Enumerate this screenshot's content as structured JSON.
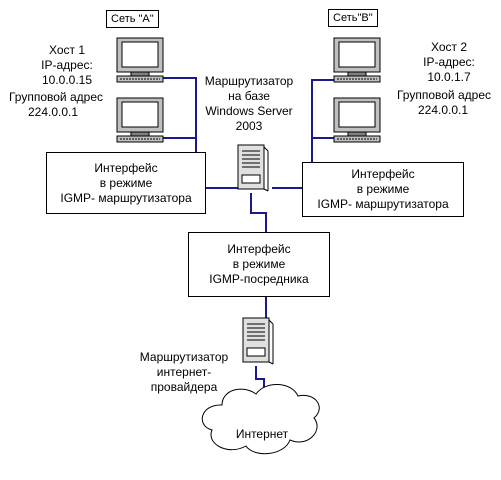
{
  "network_a": "Сеть \"A\"",
  "network_b": "Сеть\"B\"",
  "host1": [
    "Хост 1",
    "IP-адрес:",
    "10.0.0.15",
    "Групповой адрес",
    "224.0.0.1"
  ],
  "host2": [
    "Хост 2",
    "IP-адрес:",
    "10.0.1.7",
    "Групповой адрес",
    "224.0.0.1"
  ],
  "router_label": [
    "Маршрутизатор",
    "на базе",
    "Windows Server",
    "2003"
  ],
  "iface_left": [
    "Интерфейс",
    "в режиме",
    "IGMP- маршрутизатора"
  ],
  "iface_right": [
    "Интерфейс",
    "в режиме",
    "IGMP- маршрутизатора"
  ],
  "iface_proxy": [
    "Интерфейс",
    "в режиме",
    "IGMP-посредника"
  ],
  "isp_router_label": [
    "Маршрутизатор",
    "интернет-",
    "провайдера"
  ],
  "internet": "Интернет",
  "colors": {
    "link": "#1a1a8c",
    "monitor_frame": "#c0c0c0",
    "screen": "#ffffff"
  },
  "icons": [
    "computer-icon",
    "server-icon",
    "cloud-icon"
  ]
}
